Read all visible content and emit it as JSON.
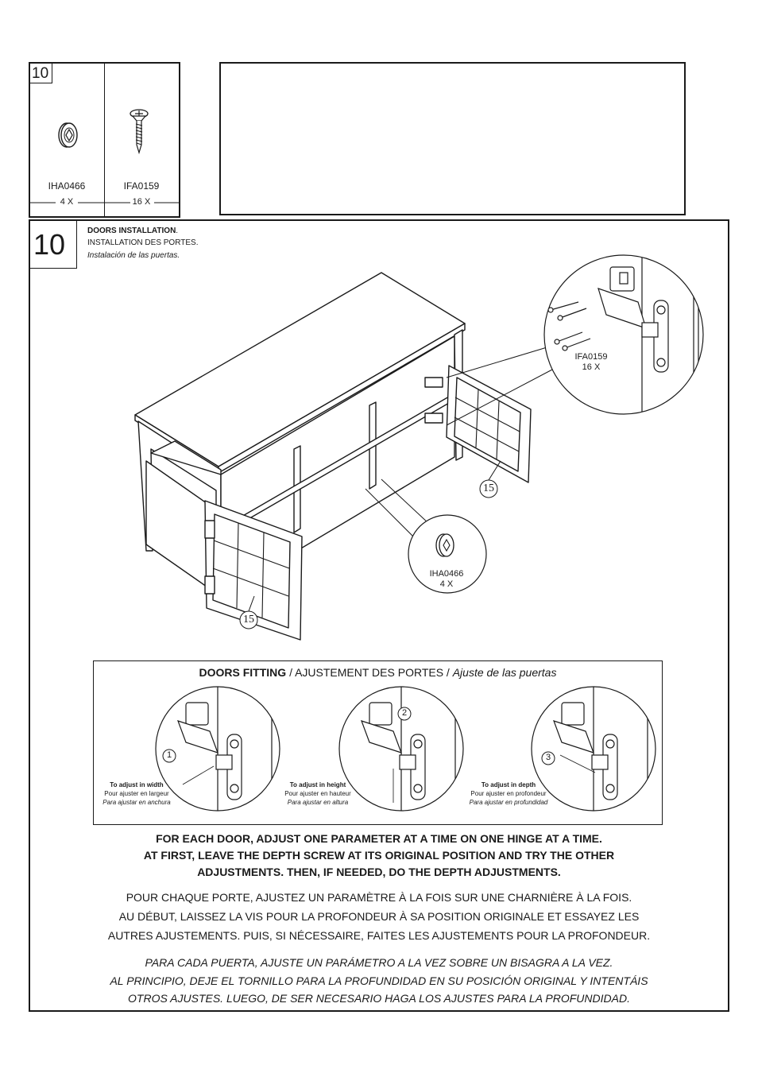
{
  "parts_box": {
    "step_number": "10",
    "parts": [
      {
        "code": "IHA0466",
        "qty": "4 X",
        "icon": "cam-lock-icon"
      },
      {
        "code": "IFA0159",
        "qty": "16 X",
        "icon": "screw-icon"
      }
    ]
  },
  "step": {
    "number": "10",
    "title_en": "DOORS INSTALLATION",
    "title_en_suffix": ".",
    "title_fr": "INSTALLATION DES PORTES.",
    "title_es": "Instalación de las puertas."
  },
  "callouts": {
    "hinge_screws_code": "IFA0159",
    "hinge_screws_qty": "16 X",
    "cam_code": "IHA0466",
    "cam_qty": "4 X",
    "door_label_right": "15",
    "door_label_left": "15"
  },
  "fitting": {
    "title_bold": "DOORS FITTING",
    "title_fr": " / AJUSTEMENT DES PORTES / ",
    "title_es": "Ajuste de las puertas",
    "panels": [
      {
        "number": "1",
        "en": "To adjust in width",
        "fr": "Pour ajuster en largeur",
        "es": "Para ajustar en anchura"
      },
      {
        "number": "2",
        "en": "To adjust in height",
        "fr": "Pour ajuster en hauteur",
        "es": "Para ajustar en altura"
      },
      {
        "number": "3",
        "en": "To adjust in depth",
        "fr": "Pour ajuster en profondeur",
        "es": "Para ajustar en profundidad"
      }
    ]
  },
  "instructions": {
    "en": [
      "FOR EACH DOOR, ADJUST ONE PARAMETER AT A TIME ON ONE HINGE AT A TIME.",
      "AT FIRST, LEAVE THE DEPTH SCREW AT ITS ORIGINAL POSITION AND TRY THE OTHER",
      "ADJUSTMENTS. THEN, IF NEEDED, DO THE DEPTH ADJUSTMENTS."
    ],
    "fr": [
      "POUR CHAQUE PORTE, AJUSTEZ UN PARAMÈTRE À LA FOIS SUR UNE CHARNIÈRE À LA FOIS.",
      "AU DÉBUT, LAISSEZ LA VIS POUR LA PROFONDEUR À SA POSITION ORIGINALE ET ESSAYEZ LES",
      "AUTRES AJUSTEMENTS. PUIS, SI NÉCESSAIRE, FAITES LES AJUSTEMENTS POUR LA PROFONDEUR."
    ],
    "es": [
      "PARA CADA PUERTA, AJUSTE UN PARÁMETRO A LA VEZ SOBRE UN BISAGRA A LA VEZ.",
      "AL PRINCIPIO, DEJE EL TORNILLO PARA LA PROFUNDIDAD EN SU POSICIÓN ORIGINAL Y INTENTÁIS",
      "OTROS AJUSTES. LUEGO, DE SER NECESARIO HAGA LOS AJUSTES PARA LA PROFUNDIDAD."
    ]
  }
}
